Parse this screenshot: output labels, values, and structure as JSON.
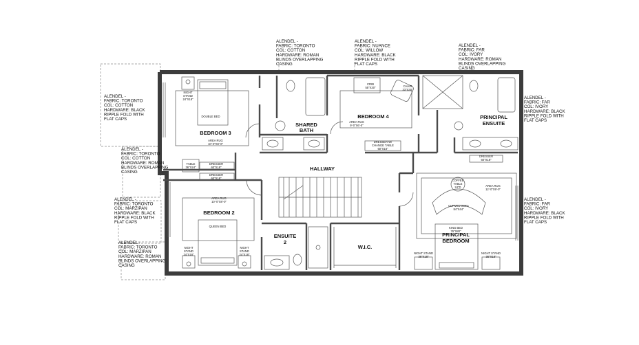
{
  "rooms": {
    "bedroom3": "BEDROOM 3",
    "bedroom2": "BEDROOM 2",
    "bedroom4": "BEDROOM 4",
    "shared_bath_line1": "SHARED",
    "shared_bath_line2": "BATH",
    "hallway": "HALLWAY",
    "principal_ensuite_line1": "PRINCIPAL",
    "principal_ensuite_line2": "ENSUITE",
    "principal_bedroom_line1": "PRINCIPAL",
    "principal_bedroom_line2": "BEDROOM",
    "ensuite2_line1": "ENSUITE",
    "ensuite2_line2": "2",
    "wic": "W.I.C."
  },
  "furniture": {
    "double_bed": "DOUBLE BED",
    "night_stand_b3_line1": "NIGHT",
    "night_stand_b3_line2": "STAND",
    "night_stand_b3_line3": "24\"X18\"",
    "area_rug_b3_line1": "AREA RUG",
    "area_rug_b3_line2": "10'-0\"X8'-0\"",
    "table_line1": "TABLE",
    "table_line2": "36\"X24\"",
    "dresser_b3_line1": "DRESSER",
    "dresser_b3_line2": "60\"X18\"",
    "dresser_b2_line1": "DRESSER",
    "dresser_b2_line2": "60\"X18\"",
    "area_rug_b2_line1": "AREA RUG",
    "area_rug_b2_line2": "10'-0\"X8'-0\"",
    "queen_bed": "QUEEN BED",
    "night_stand_b2l_line1": "NIGHT",
    "night_stand_b2l_line2": "STAND",
    "night_stand_b2l_line3": "24\"X18\"",
    "night_stand_b2r_line1": "NIGHT",
    "night_stand_b2r_line2": "STAND",
    "night_stand_b2r_line3": "24\"X18\"",
    "crib_line1": "CRIB",
    "crib_line2": "55\"X30\"",
    "chair_line1": "CHAIR",
    "chair_line2": "33\"X30\"",
    "area_rug_b4_line1": "AREA RUG",
    "area_rug_b4_line2": "9'-0\"X6'-0\"",
    "dresser_change_line1": "DRESSER W/",
    "dresser_change_line2": "CHANGE TABLE",
    "dresser_change_line3": "60\"X18\"",
    "dresser_pe_line1": "DRESSER",
    "dresser_pe_line2": "60\"X18\"",
    "coffee_table_line1": "COFFEE",
    "coffee_table_line2": "TABLE",
    "coffee_table_line3": "24\"D",
    "area_rug_pb_line1": "AREA RUG",
    "area_rug_pb_line2": "12'-0\"X9'-0\"",
    "curved_sofa_line1": "CURVED SOFA",
    "curved_sofa_line2": "84\"X44\"",
    "king_bed_line1": "KING BED",
    "king_bed_line2": "76\"X80\"",
    "night_stand_pbl_line1": "NIGHT STAND",
    "night_stand_pbl_line2": "36\"X18\"",
    "night_stand_pbr_line1": "NIGHT STAND",
    "night_stand_pbr_line2": "36\"X18\""
  },
  "notes": {
    "top_shared_bath": [
      "ALENDEL -",
      "FABRIC: TORONTO",
      "COL: COTTON",
      "HARDWARE: ROMAN",
      "BLINDS OVERLAPPING",
      "CASING"
    ],
    "top_bedroom4": [
      "ALENDEL -",
      "FABRIC: NUANCE",
      "COL: WILLOW",
      "HARDWARE: BLACK",
      "RIPPLE FOLD WITH",
      "FLAT CAPS"
    ],
    "top_ensuite": [
      "ALENDEL -",
      "FABRIC: FAR",
      "COL: IVORY",
      "HARDWARE: ROMAN",
      "BLINDS OVERLAPPING",
      "CASING"
    ],
    "left_bedroom3": [
      "ALENDEL -",
      "FABRIC: TORONTO",
      "COL: COTTON",
      "HARDWARE: BLACK",
      "RIPPLE FOLD WITH",
      "FLAT CAPS"
    ],
    "left_bedroom3_blinds": [
      "ALENDEL -",
      "FABRIC: TORONTO",
      "COL: COTTON",
      "HARDWARE: ROMAN",
      "BLINDS OVERLAPPING",
      "CASING"
    ],
    "left_bedroom2": [
      "ALENDEL -",
      "FABRIC: TORONTO",
      "COL: MARZIPAN",
      "HARDWARE: BLACK",
      "RIPPLE FOLD WITH",
      "FLAT CAPS"
    ],
    "left_bedroom2_blinds": [
      "ALENDEL -",
      "FABRIC: TORONTO",
      "COL: MARZIPAN",
      "HARDWARE: ROMAN",
      "BLINDS OVERLAPPING",
      "CASING"
    ],
    "right_ensuite": [
      "ALENDEL -",
      "FABRIC: FAR",
      "COL: IVORY",
      "HARDWARE: BLACK",
      "RIPPLE FOLD WITH",
      "FLAT CAPS"
    ],
    "right_bedroom": [
      "ALENDEL -",
      "FABRIC: FAR",
      "COL: IVORY",
      "HARDWARE: BLACK",
      "RIPPLE FOLD WITH",
      "FLAT CAPS"
    ]
  }
}
